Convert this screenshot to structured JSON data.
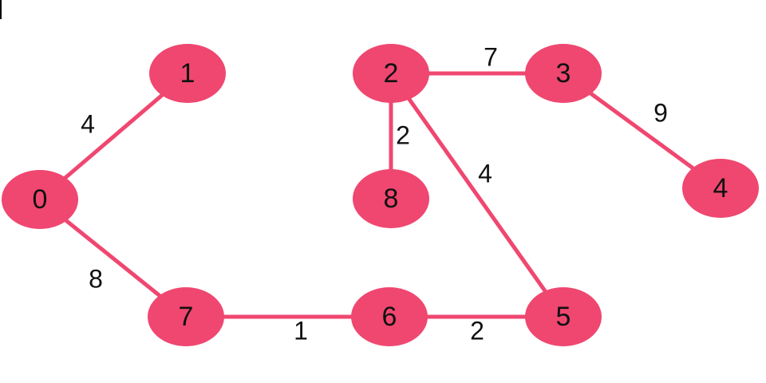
{
  "colors": {
    "node": "#ef4770",
    "edge": "#ef4770",
    "text": "#111111"
  },
  "nodes": [
    {
      "id": "0",
      "label": "0"
    },
    {
      "id": "1",
      "label": "1"
    },
    {
      "id": "2",
      "label": "2"
    },
    {
      "id": "3",
      "label": "3"
    },
    {
      "id": "4",
      "label": "4"
    },
    {
      "id": "5",
      "label": "5"
    },
    {
      "id": "6",
      "label": "6"
    },
    {
      "id": "7",
      "label": "7"
    },
    {
      "id": "8",
      "label": "8"
    }
  ],
  "edges": [
    {
      "from": "0",
      "to": "1",
      "weight": "4"
    },
    {
      "from": "0",
      "to": "7",
      "weight": "8"
    },
    {
      "from": "7",
      "to": "6",
      "weight": "1"
    },
    {
      "from": "6",
      "to": "5",
      "weight": "2"
    },
    {
      "from": "2",
      "to": "3",
      "weight": "7"
    },
    {
      "from": "2",
      "to": "8",
      "weight": "2"
    },
    {
      "from": "2",
      "to": "5",
      "weight": "4"
    },
    {
      "from": "3",
      "to": "4",
      "weight": "9"
    }
  ]
}
